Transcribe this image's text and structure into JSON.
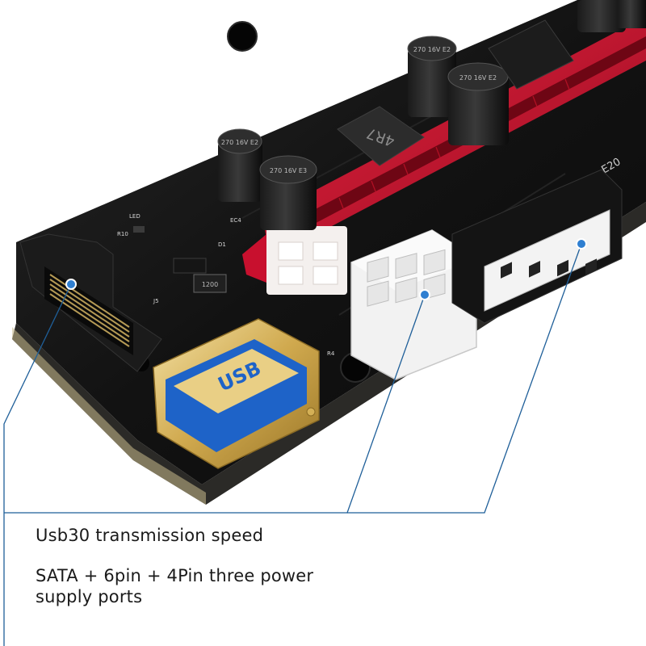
{
  "product": {
    "captions": [
      "Usb30 transmission speed",
      "SATA + 6pin + 4Pin three power supply ports"
    ],
    "board_markings": {
      "inductor": "4R7",
      "capacitor_top_right": "270 16V E2",
      "capacitor_mid_right": "270 16V E2",
      "capacitor_left_a": "270 16V E2",
      "capacitor_left_b": "270 16V E3",
      "port_label": "E20",
      "led_label": "LED",
      "j5_label": "J5",
      "r4_label": "R4",
      "d1_label": "D1",
      "resistor": "1200",
      "ec4_label": "EC4",
      "r10_label": "R10"
    }
  },
  "colors": {
    "pcb": "#141414",
    "slot": "#c8102e",
    "usb_gold": "#d4b056",
    "usb_blue": "#1e63c8",
    "molex": "#f2f2f2",
    "callout_line": "#1f5f99",
    "callout_dot": "#2f7fd1"
  }
}
